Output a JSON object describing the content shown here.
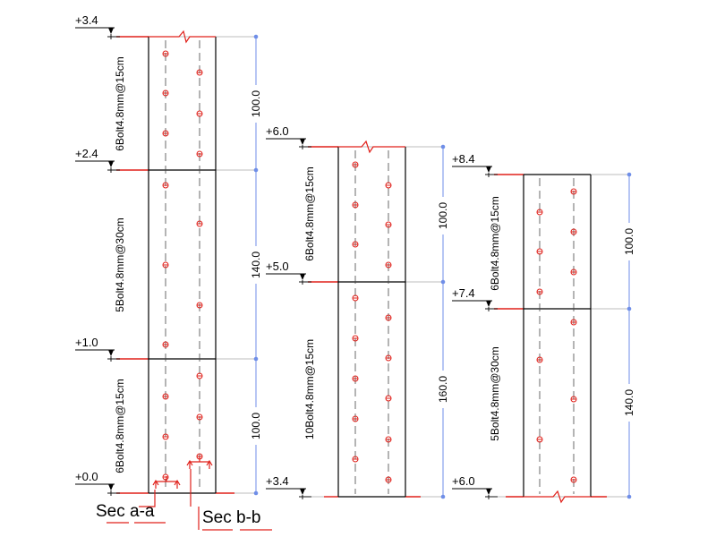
{
  "colors": {
    "outline": "#000000",
    "bolt": "#e0201a",
    "dimension": "#6f8ee8",
    "extension": "#bdbdbd",
    "hatch_red": "#e0201a"
  },
  "columns": [
    {
      "levels": [
        "+3.4",
        "+2.4",
        "+1.0",
        "+0.0"
      ],
      "spacing_labels": [
        "6Bolt4.8mm@15cm",
        "5Bolt4.8mm@30cm",
        "6Bolt4.8mm@15cm"
      ],
      "dims": [
        "100.0",
        "140.0",
        "100.0"
      ]
    },
    {
      "levels": [
        "+6.0",
        "+5.0",
        "+3.4"
      ],
      "spacing_labels": [
        "6Bolt4.8mm@15cm",
        "10Bolt4.8mm@15cm"
      ],
      "dims": [
        "100.0",
        "160.0"
      ]
    },
    {
      "levels": [
        "+8.4",
        "+7.4",
        "+6.0"
      ],
      "spacing_labels": [
        "6Bolt4.8mm@15cm",
        "5Bolt4.8mm@30cm"
      ],
      "dims": [
        "100.0",
        "140.0"
      ]
    }
  ],
  "section_labels": {
    "a": "Sec a-a",
    "b": "Sec b-b"
  }
}
